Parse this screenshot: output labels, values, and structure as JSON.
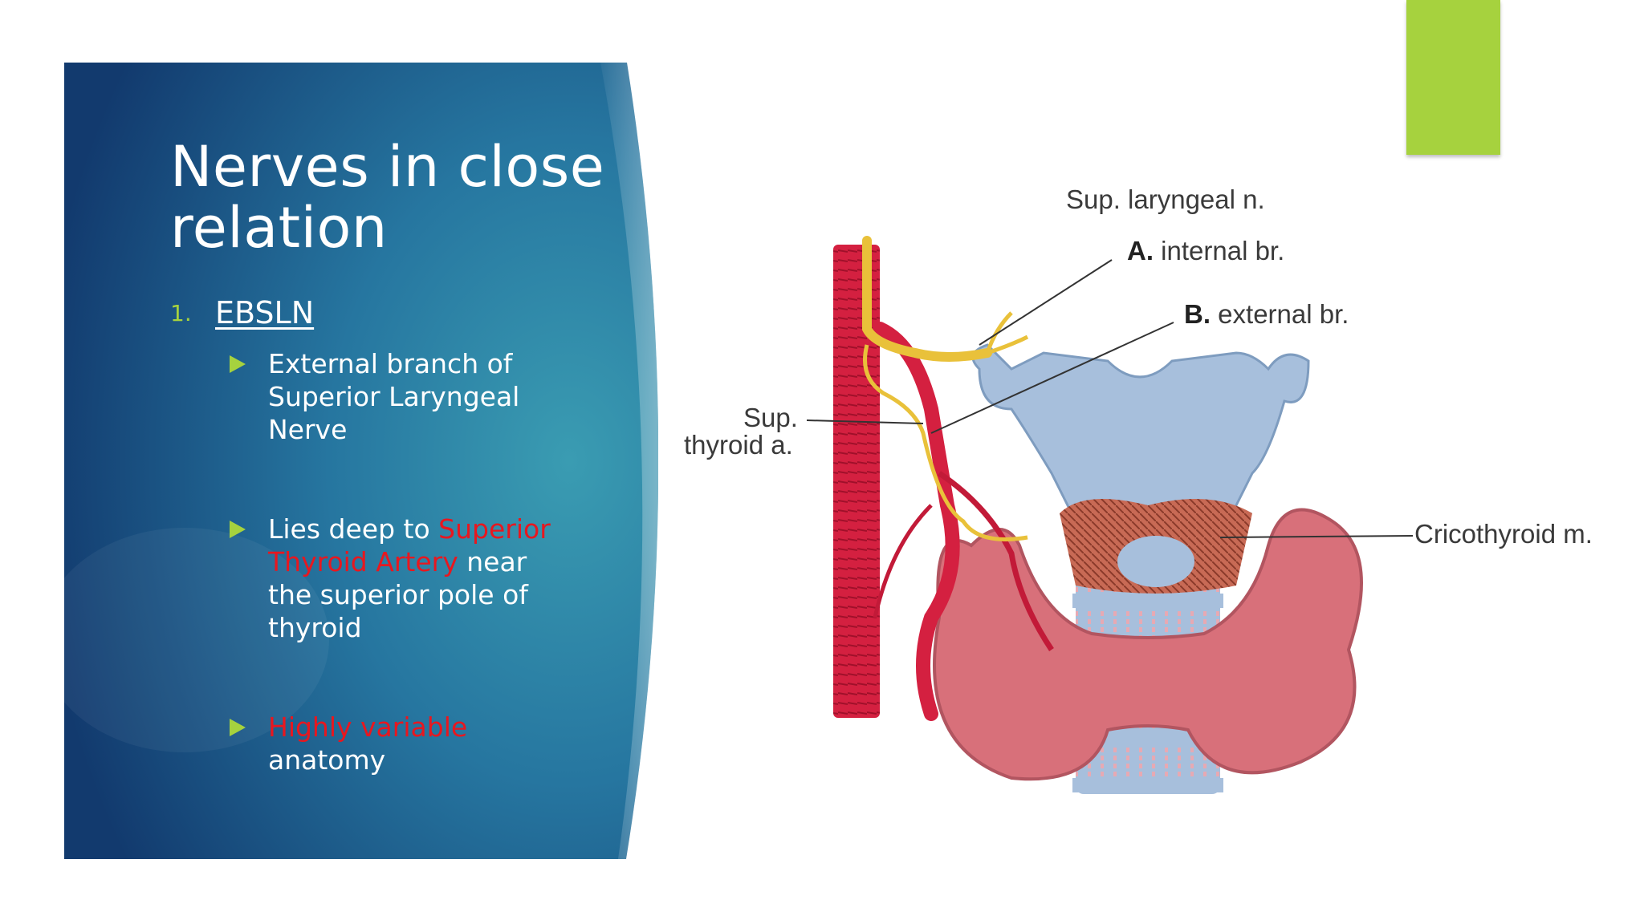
{
  "slide": {
    "title": "Nerves in close relation",
    "numbered_item": {
      "number": "1.",
      "label": "EBSLN"
    },
    "bullets": [
      {
        "parts": [
          {
            "text": "External branch of Superior Laryngeal Nerve",
            "highlight": false
          }
        ]
      },
      {
        "parts": [
          {
            "text": "Lies deep to ",
            "highlight": false
          },
          {
            "text": "Superior Thyroid Artery",
            "highlight": true
          },
          {
            "text": " near the superior pole of thyroid",
            "highlight": false
          }
        ]
      },
      {
        "parts": [
          {
            "text": "Highly variable",
            "highlight": true
          },
          {
            "text": " anatomy",
            "highlight": false
          }
        ]
      }
    ]
  },
  "diagram": {
    "labels": {
      "sup_laryngeal": "Sup. laryngeal n.",
      "internal_letter": "A.",
      "internal_text": " internal br.",
      "external_letter": "B.",
      "external_text": " external br.",
      "sup_thyroid_1": "Sup.",
      "sup_thyroid_2": "thyroid a.",
      "cricothyroid": "Cricothyroid m."
    }
  },
  "colors": {
    "panel_dark": "#123a6e",
    "panel_light": "#2e87a8",
    "accent_green": "#a6d23e",
    "highlight_red": "#e8171f",
    "artery_red": "#d42040",
    "nerve_yellow": "#e9c13a",
    "thyroid_pink": "#d8707a",
    "cartilage_blue": "#a7bfdc"
  }
}
